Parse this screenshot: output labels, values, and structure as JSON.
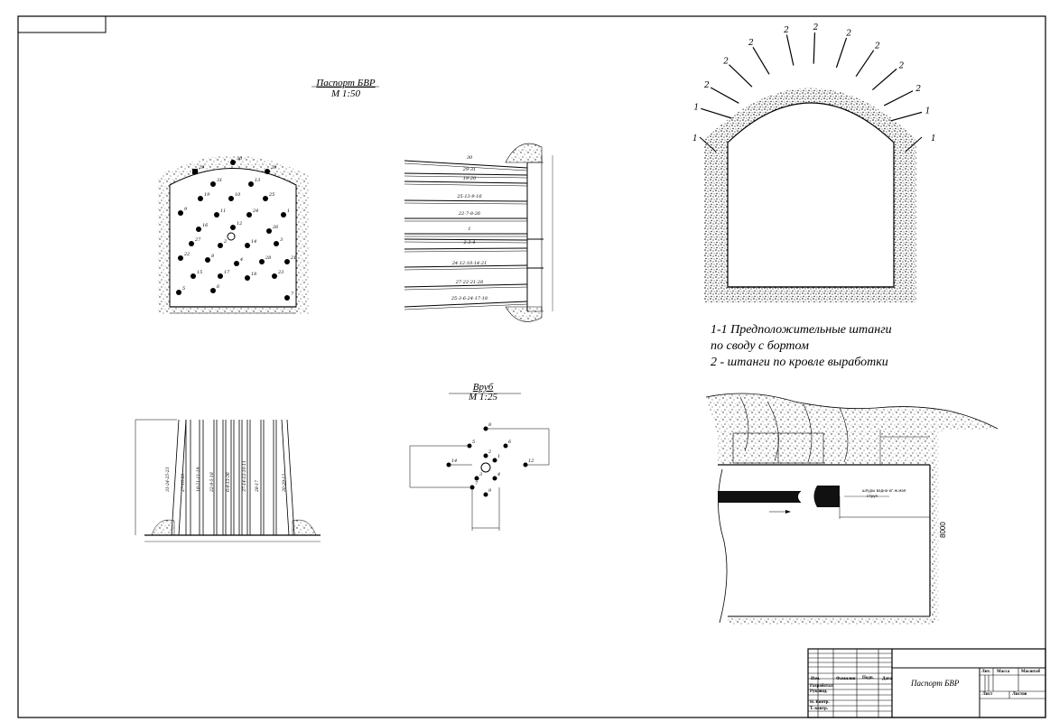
{
  "main_title": {
    "line1": "Паспорт БВР",
    "line2": "М 1:50"
  },
  "vrub_title": {
    "line1": "Вруб",
    "line2": "М 1:25"
  },
  "legend": {
    "line1": "1-1 Предположительные штанги",
    "line2": "по своду с бортом",
    "line3": "2 - штанги по кровле выработки"
  },
  "bolt_labels": {
    "one": "1",
    "two": "2"
  },
  "side_dimension": "8000",
  "face_hole_numbers": [
    "30",
    "29",
    "20",
    "31",
    "13",
    "19",
    "10",
    "25",
    "9",
    "11",
    "24",
    "1",
    "16",
    "12",
    "26",
    "27",
    "2",
    "14",
    "3",
    "22",
    "8",
    "4",
    "28",
    "21",
    "15",
    "17",
    "18",
    "23",
    "5",
    "6",
    "7"
  ],
  "section_labels": [
    "30",
    "29-31",
    "19-20",
    "25-13-9-16",
    "22-7-8-26",
    "1",
    "2-3-4",
    "24-12-10-14-21",
    "27-22-21-28",
    "25-3-6-24-17-18"
  ],
  "plan_labels": [
    "31-24-25-23",
    "27-16-20",
    "18-21-11-19",
    "22-9-5-18",
    "6-4-13-36",
    "37-14-12-10-11",
    "28-17",
    "30-29-12"
  ],
  "vrub_hole_numbers": [
    "8",
    "5",
    "6",
    "14",
    "2",
    "1",
    "12",
    "3",
    "4",
    "9",
    "7"
  ],
  "stemming_note": {
    "line1": "шпуры водно-ог.ж.мая",
    "line2": "струя"
  },
  "title_block": {
    "name": "Паспорт БВР",
    "cols": [
      "Изм.",
      "Фамилия",
      "Подп.",
      "Дата"
    ],
    "rows": [
      "Разработал",
      "Руковод.",
      "Н. Контр.",
      "Т. контр."
    ],
    "right_cols": [
      "Лит.",
      "Масса",
      "Масштаб"
    ],
    "sheet_labels": [
      "Лист",
      "Листов"
    ]
  }
}
